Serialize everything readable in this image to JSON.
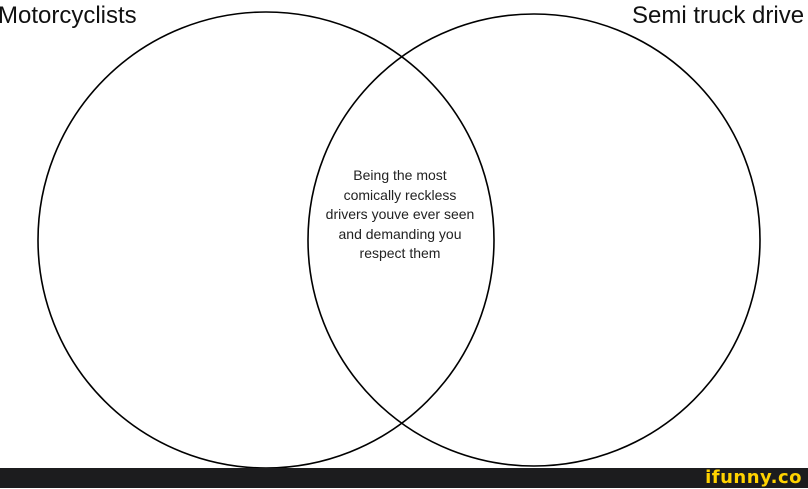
{
  "diagram": {
    "sets": [
      {
        "label": "Motorcyclists"
      },
      {
        "label": "Semi truck drive"
      }
    ],
    "overlap_lines": [
      "Being the most",
      "comically reckless",
      "drivers youve ever seen",
      "and demanding you",
      "respect them"
    ],
    "colors": {
      "background": "#ffffff",
      "circle_stroke": "#000000",
      "text": "#111111"
    }
  },
  "footer": {
    "watermark": "ifunny.co",
    "background": "#1c1c1e",
    "watermark_color": "#ffd200"
  }
}
